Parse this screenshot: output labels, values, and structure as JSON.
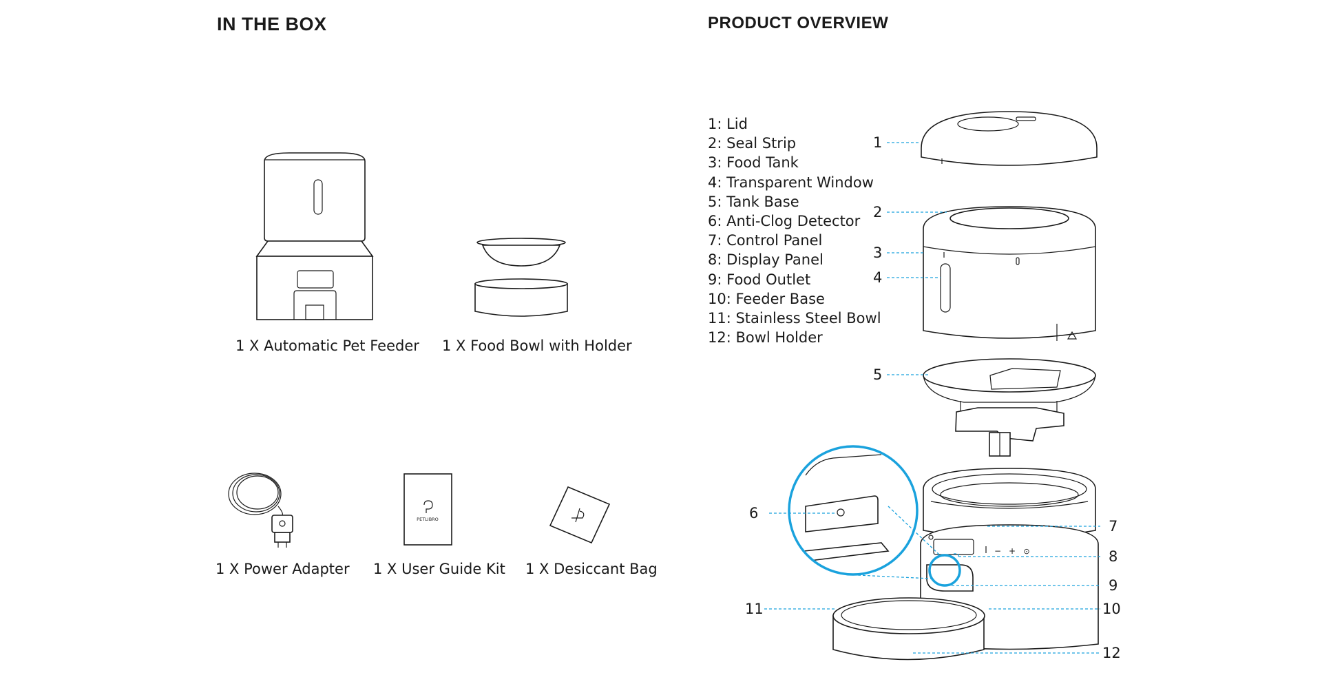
{
  "in_the_box": {
    "title": "IN THE BOX",
    "items": [
      {
        "label": "1 X Automatic Pet Feeder"
      },
      {
        "label": "1 X Food Bowl with Holder"
      },
      {
        "label": "1 X Power Adapter"
      },
      {
        "label": "1 X User Guide Kit"
      },
      {
        "label": "1 X Desiccant Bag"
      }
    ],
    "guide_logo_text": "PETLIBRO"
  },
  "product_overview": {
    "title": "PRODUCT OVERVIEW",
    "parts": [
      {
        "num": "1",
        "text": "1: Lid"
      },
      {
        "num": "2",
        "text": "2: Seal Strip"
      },
      {
        "num": "3",
        "text": "3: Food Tank"
      },
      {
        "num": "4",
        "text": "4: Transparent Window"
      },
      {
        "num": "5",
        "text": "5: Tank Base"
      },
      {
        "num": "6",
        "text": "6: Anti-Clog Detector"
      },
      {
        "num": "7",
        "text": "7: Control Panel"
      },
      {
        "num": "8",
        "text": "8: Display Panel"
      },
      {
        "num": "9",
        "text": "9: Food Outlet"
      },
      {
        "num": "10",
        "text": "10: Feeder Base"
      },
      {
        "num": "11",
        "text": "11: Stainless Steel Bowl"
      },
      {
        "num": "12",
        "text": "12: Bowl Holder"
      }
    ],
    "panel_symbols": [
      "−",
      "+",
      "⊙"
    ]
  },
  "colors": {
    "accent": "#1aa2dd",
    "ink": "#1a1a1a"
  }
}
